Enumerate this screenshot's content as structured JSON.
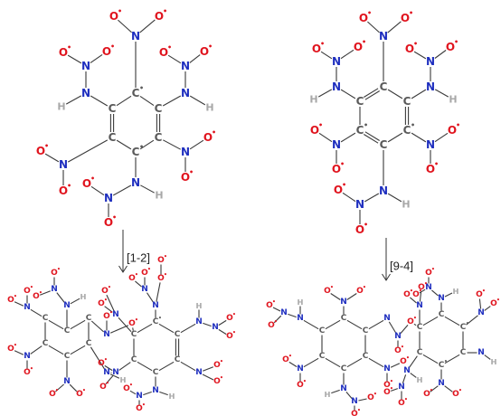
{
  "elements": {
    "C": {
      "symbol": "C",
      "color": "#5a5a5a"
    },
    "N": {
      "symbol": "N",
      "color": "#1f2fbf"
    },
    "O": {
      "symbol": "O",
      "color": "#e0141e"
    },
    "H": {
      "symbol": "H",
      "color": "#a8a8a8"
    }
  },
  "radical_mark": "•",
  "steps": [
    {
      "label": "[1-2]"
    },
    {
      "label": "[9-4]"
    }
  ]
}
